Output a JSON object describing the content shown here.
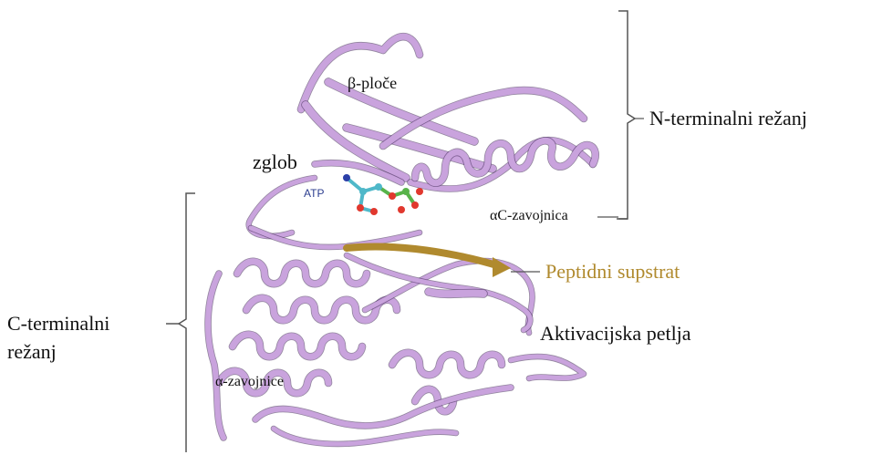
{
  "labels": {
    "beta_sheets": "β-ploče",
    "n_lobe": "N-terminalni režanj",
    "hinge": "zglob",
    "atp": "ATP",
    "alpha_c_helix": "αC-zavojnica",
    "peptide_substrate": "Peptidni supstrat",
    "c_lobe_line1": "C-terminalni",
    "c_lobe_line2": "režanj",
    "activation_loop": "Aktivacijska petlja",
    "alpha_helices": "α-zavojnice"
  },
  "colors": {
    "ribbon": "#c9a3dd",
    "ribbon_edge": "#3a2350",
    "peptide": "#b08a2e",
    "bracket": "#555555"
  }
}
